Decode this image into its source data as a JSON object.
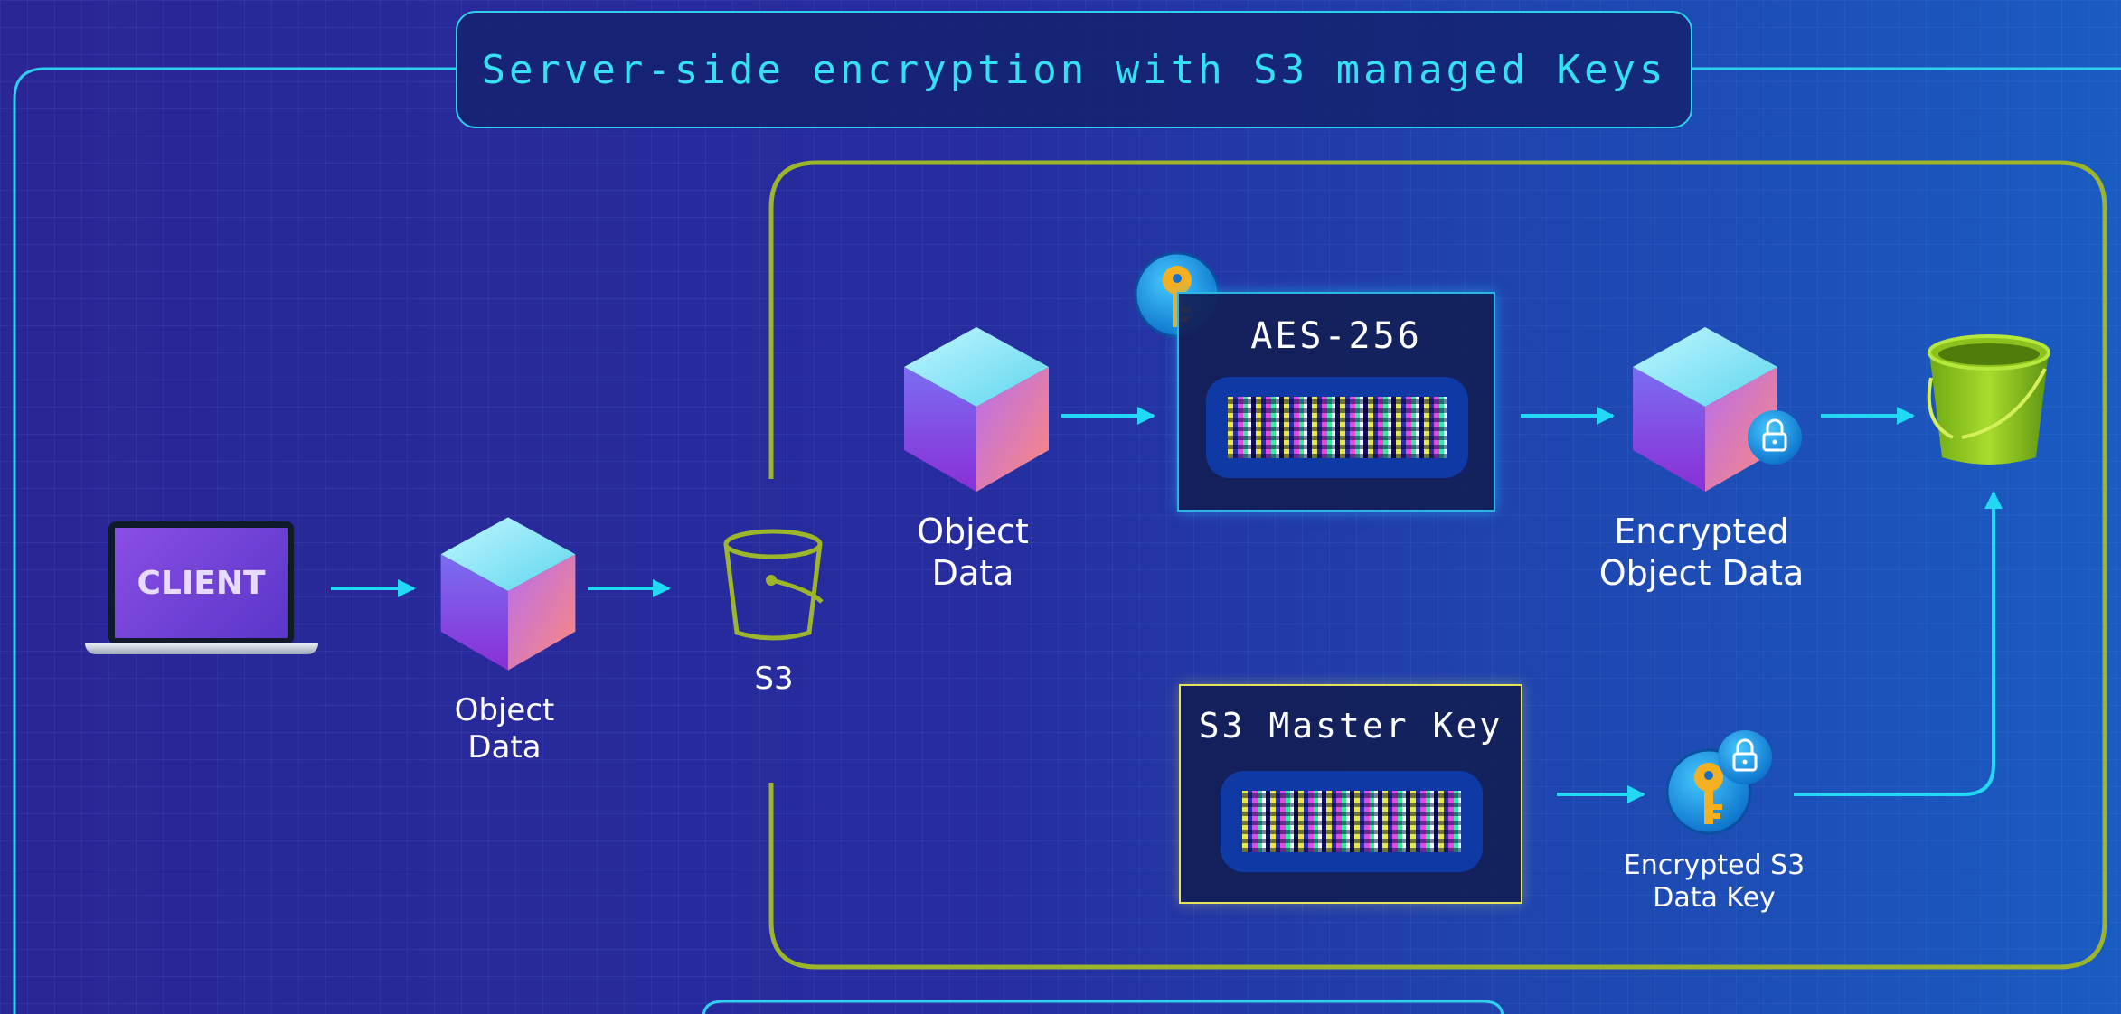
{
  "title": "Server-side encryption with S3 managed Keys",
  "client": {
    "label": "CLIENT"
  },
  "nodes": {
    "object_data_1": [
      "Object",
      "Data"
    ],
    "s3": "S3",
    "object_data_2": [
      "Object",
      "Data"
    ],
    "encrypted_object_data": [
      "Encrypted",
      "Object Data"
    ],
    "encrypted_s3_data_key": [
      "Encrypted S3",
      "Data Key"
    ]
  },
  "aes_panel": {
    "title": "AES-256"
  },
  "master_panel": {
    "title": "S3 Master Key"
  },
  "colors": {
    "background_left": "#2a2696",
    "background_right": "#1a5cc2",
    "outer_frame": "#2fd0ee",
    "inner_frame": "#9cb52a",
    "arrow": "#22d8f4",
    "title_text": "#35e0f2",
    "bucket": "#8cc21e",
    "key": "#f5b021",
    "badge": "#1ea3f0"
  },
  "icons": [
    "laptop-icon",
    "cube-icon",
    "bucket-icon",
    "key-icon",
    "lock-icon"
  ]
}
